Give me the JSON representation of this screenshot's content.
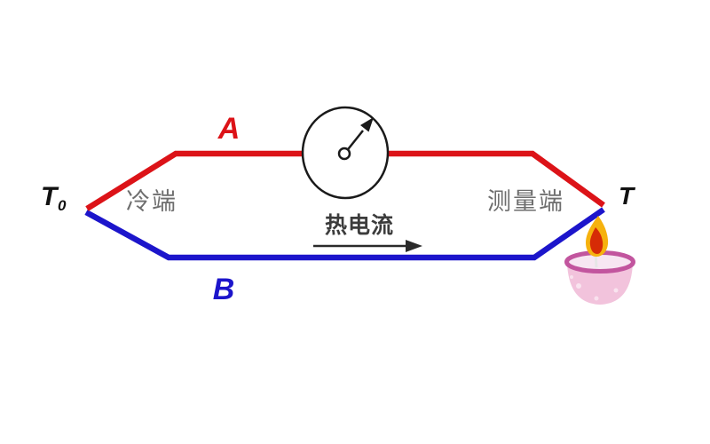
{
  "labels": {
    "wire_a": "A",
    "wire_b": "B",
    "cold_temp": "T",
    "cold_temp_sub": "0",
    "hot_temp": "T",
    "cold_end": "冷端",
    "measuring_end": "测量端",
    "current": "热电流"
  },
  "colors": {
    "wire_a": "#dc1318",
    "wire_b": "#1c15cb",
    "junction_text": "#6e6e6e",
    "text": "#111111",
    "current_text": "#3c3c3c",
    "meter_stroke": "#1a1a1a",
    "arrow": "#2a2a2a",
    "flame_outer": "#f6b20e",
    "flame_inner": "#d62b06",
    "candle_rim": "#c2559e",
    "candle_rim_fill": "#f7e6f2",
    "candle_body": "#f2c3dc",
    "wick": "#e6e6e6"
  }
}
